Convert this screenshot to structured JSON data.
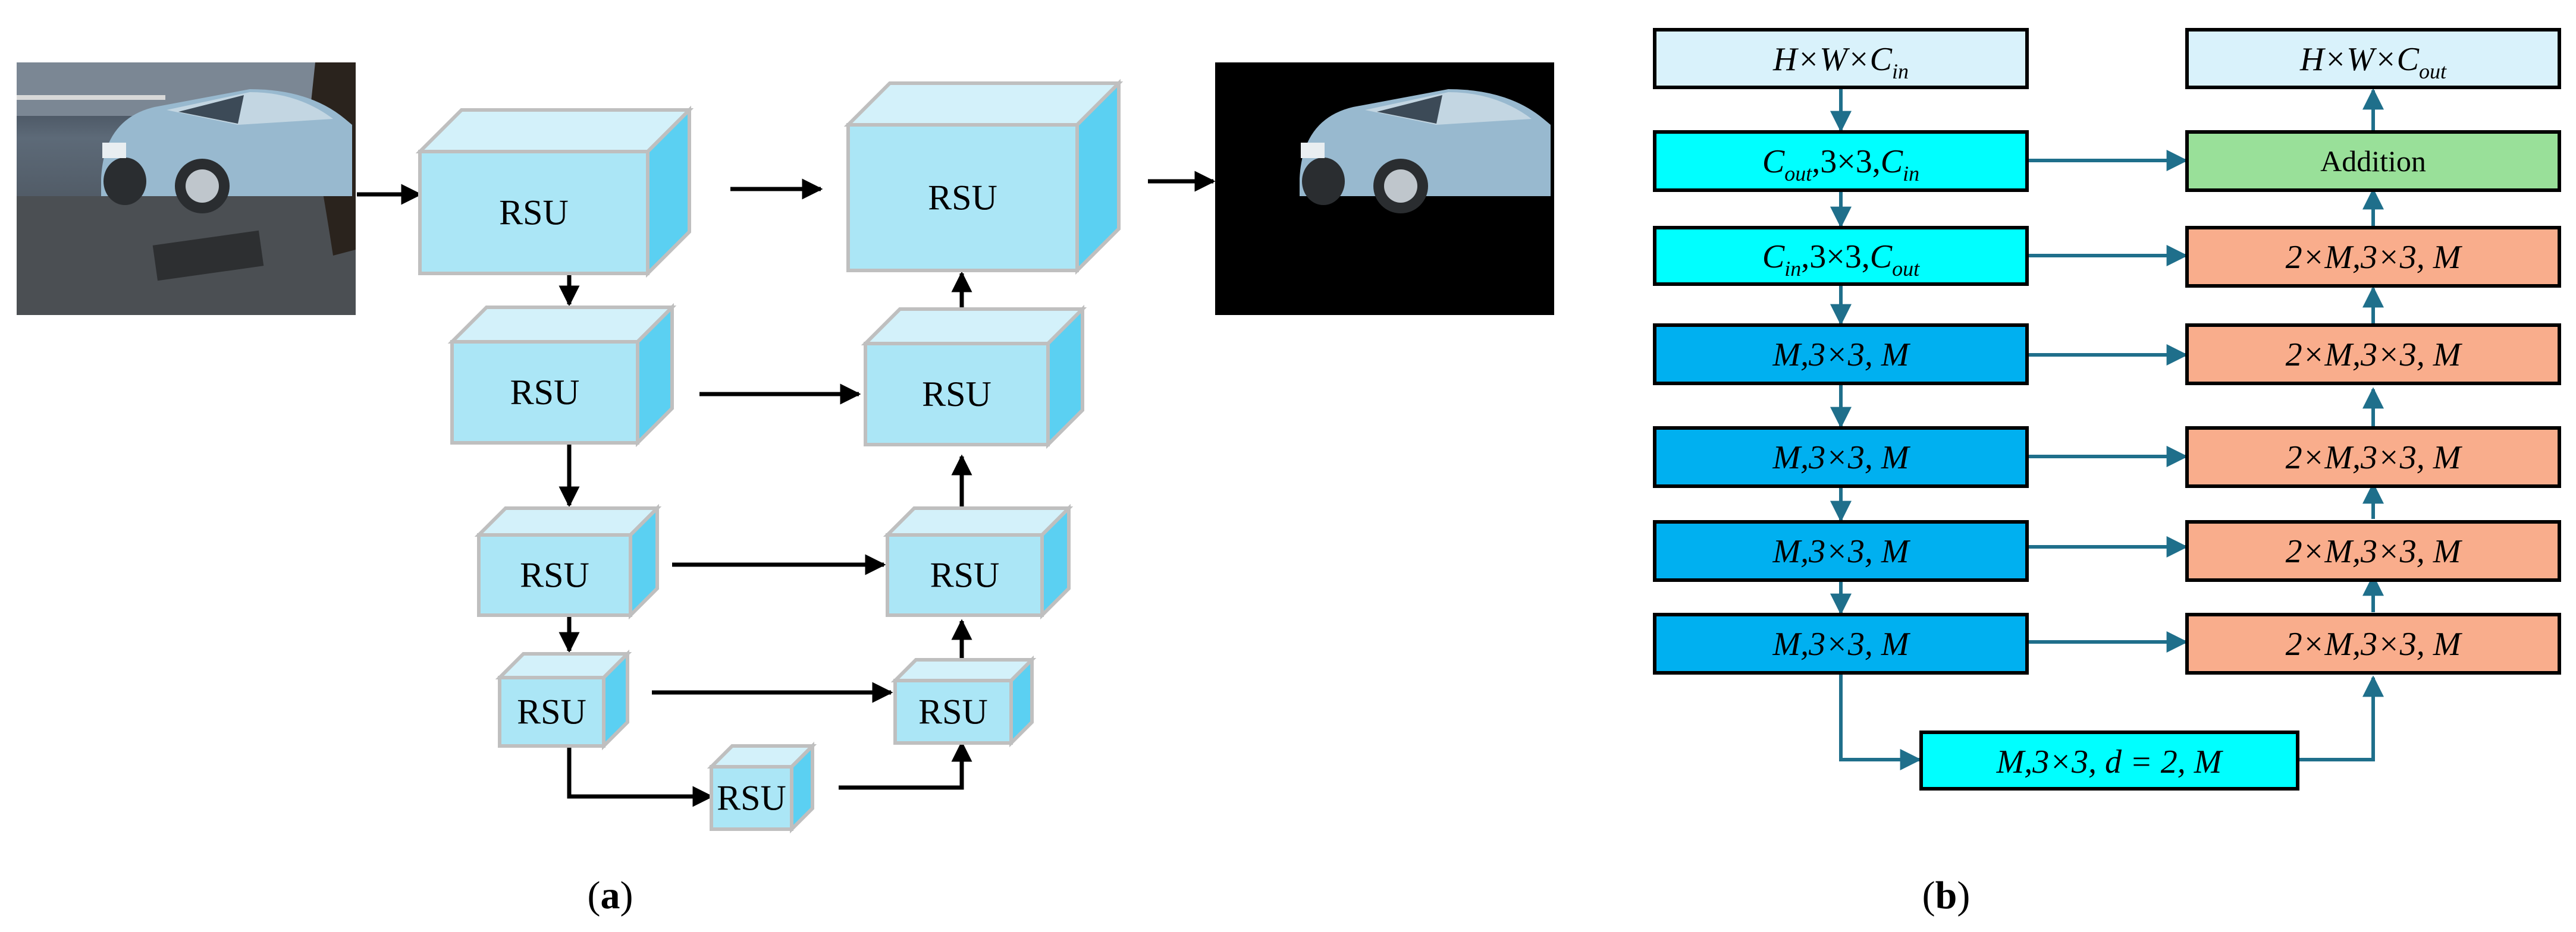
{
  "panel_a": {
    "caption_prefix": "(",
    "caption_letter": "a",
    "caption_suffix": ")",
    "block_label": "RSU",
    "colors": {
      "front": "#ABE6F6",
      "top": "#D3F1FA",
      "side": "#5BD0F2",
      "edge": "#BFBFBF"
    }
  },
  "panel_b": {
    "caption_prefix": "(",
    "caption_letter": "b",
    "caption_suffix": ")",
    "input_box": {
      "base": "H×W×C",
      "sub": "in"
    },
    "output_box": {
      "base": "H×W×C",
      "sub": "out"
    },
    "enc1": {
      "a": "C",
      "a_sub": "out",
      "mid": ",3×3,",
      "b": "C",
      "b_sub": "in"
    },
    "enc2": {
      "a": "C",
      "a_sub": "in",
      "mid": ",3×3,",
      "b": "C",
      "b_sub": "out"
    },
    "enc_m_label": "M,3×3, M",
    "bottom_label": "M,3×3, d = 2, M",
    "addition_label": "Addition",
    "dec_label": "2×M,3×3, M",
    "colors": {
      "input_fill": "#D9F2FB",
      "cyan_fill": "#00FFFF",
      "blue_fill": "#00B0F0",
      "green_fill": "#99E099",
      "orange_fill": "#F9AD8C",
      "arrow": "#1F6F8B"
    }
  }
}
